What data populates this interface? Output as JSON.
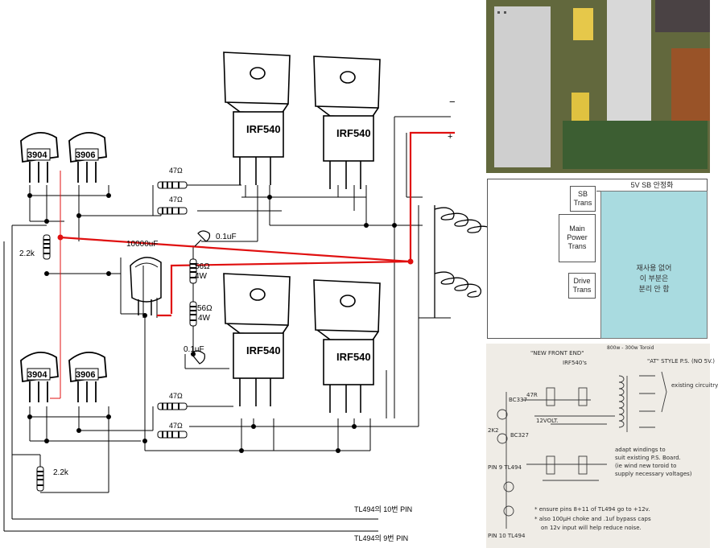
{
  "transistors": {
    "npn": "3904",
    "pnp": "3906"
  },
  "mosfets": {
    "label": "IRF540"
  },
  "resistors": {
    "gate": "47Ω",
    "base": "2.2k",
    "snubber_top": "56Ω",
    "snubber_bottom": "56Ω",
    "power": "4W"
  },
  "capacitors": {
    "electrolytic": "10000uF",
    "film_top": "0.1uF",
    "film_bottom": "0.1uF"
  },
  "terminals": {
    "minus": "−",
    "plus": "+"
  },
  "pins": {
    "pin10": "TL494의 10번 PIN",
    "pin9": "TL494의 9번 PIN"
  },
  "block_diagram": {
    "header": "5V SB 안정화",
    "sb_trans": [
      "SB",
      "Trans"
    ],
    "main_trans": [
      "Main",
      "Power",
      "Trans"
    ],
    "drive_trans": [
      "Drive",
      "Trans"
    ],
    "note": [
      "재사용 없어",
      "이 부분은",
      "분리 안 함"
    ]
  },
  "sketch": {
    "title": "\"NEW FRONT END\"",
    "toroid": "800w - 300w Toroid",
    "at_style": "\"AT\" STYLE P.S. (NO 5V.)",
    "existing": "existing circuitry",
    "adapt": [
      "adapt windings to",
      "suit existing P.S. Board.",
      "(ie wind new toroid to",
      "supply necessary voltages)"
    ],
    "notes": [
      "* ensure pins 8+11 of TL494 go to +12v.",
      "* also 100µH choke and .1uf bypass caps",
      "on 12v input will help reduce noise."
    ],
    "parts": [
      "BC327",
      "BC337",
      "IRF540's",
      "12VOLT.",
      "47R",
      "2K2",
      "PIN 9 TL494",
      "PIN 10 TL494"
    ]
  },
  "colors": {
    "red_wire": "#e01010",
    "cyan_block": "#a9dbe0"
  }
}
